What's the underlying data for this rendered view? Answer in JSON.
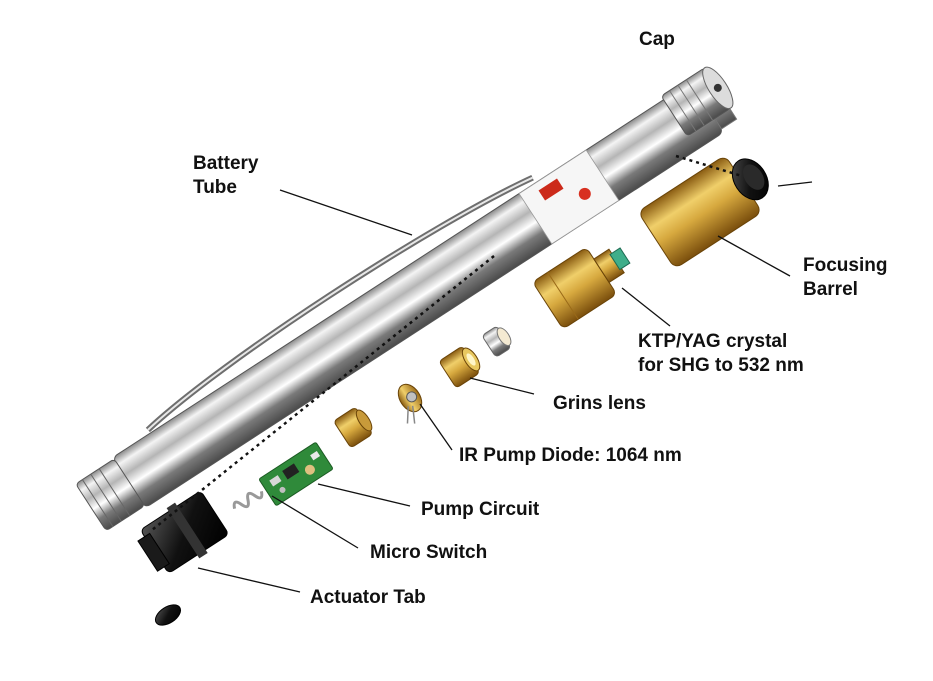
{
  "labels": {
    "cap": "Cap",
    "battery_tube_line1": "Battery",
    "battery_tube_line2": "Tube",
    "focusing_barrel_line1": "Focusing",
    "focusing_barrel_line2": "Barrel",
    "ktp_line1": "KTP/YAG crystal",
    "ktp_line2": "for SHG to 532 nm",
    "grins_lens": "Grins lens",
    "ir_pump_diode": "IR Pump Diode: 1064 nm",
    "pump_circuit": "Pump Circuit",
    "micro_switch": "Micro Switch",
    "actuator_tab": "Actuator Tab"
  },
  "colors": {
    "chrome_light": "#f2f2f2",
    "chrome_dark": "#5e5e5e",
    "brass": "#c9952e",
    "brass_light": "#f0cf6a",
    "brass_dark": "#8a5c12",
    "pcb_green": "#2f8a3a",
    "label_text": "#111111"
  }
}
